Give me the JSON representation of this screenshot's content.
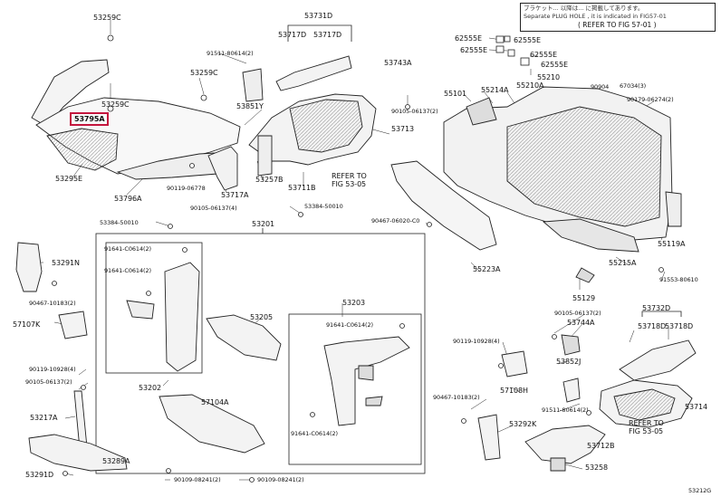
{
  "note": {
    "line1": "ブラケット... 以降は... に掲載してあります。",
    "line2": "Separate PLUG HOLE , it is indicated in FIG57-01",
    "ref": "( REFER TO FIG 57-01 )"
  },
  "diagram_code": "53212G",
  "refer_notes": [
    {
      "id": "ref-53-05-a",
      "l1": "REFER TO",
      "l2": "FIG 53-05"
    },
    {
      "id": "ref-53-05-b",
      "l1": "REFER TO",
      "l2": "FIG 53-05"
    }
  ],
  "labels": {
    "p53259c_top": "53259C",
    "p53731d": "53731D",
    "p53717d_a": "53717D",
    "p53717d_b": "53717D",
    "p91511_80614_top": "91511-80614(2)",
    "p53259c_mid": "53259C",
    "p53743a": "53743A",
    "p53259c_left": "53259C",
    "p53795a": "53795A",
    "p53851y": "53851Y",
    "p90105_06137_top": "90105-06137(2)",
    "p53713": "53713",
    "p53295e": "53295E",
    "p53796a": "53796A",
    "p90119_06778": "90119-06778",
    "p53717a": "53717A",
    "p53257b": "53257B",
    "p53711b": "53711B",
    "p90105_06137_mid": "90105-06137(4)",
    "p53384_50010_a": "53384-50010",
    "p53201": "53201",
    "p53384_50010_b": "53384-50010",
    "p90467_06020": "90467-06020-C0",
    "p91641_a": "91641-C0614(2)",
    "p91641_b": "91641-C0614(2)",
    "p53291n": "53291N",
    "p90467_10183_left": "90467-10183(2)",
    "p57107k": "57107K",
    "p53205": "53205",
    "p53203": "53203",
    "p91641_c": "91641-C0614(2)",
    "p90119_10928_left": "90119-10928(4)",
    "p90105_06137_left": "90105-06137(2)",
    "p53202": "53202",
    "p57104a": "57104A",
    "p53217a": "53217A",
    "p91641_d": "91641-C0614(2)",
    "p53289a": "53289A",
    "p53291d": "53291D",
    "p90109_08241_a": "90109-08241(2)",
    "p90109_08241_b": "90109-08241(2)",
    "p62555e_1": "62555E",
    "p62555e_2": "62555E",
    "p62555e_3": "62555E",
    "p62555e_4": "62555E",
    "p62555e_5": "62555E",
    "p55210": "55210",
    "p55101": "55101",
    "p55214a": "55214A",
    "p55210a": "55210A",
    "p90904": "90904",
    "p67034": "67034(3)",
    "p90179_06274": "90179-06274(2)",
    "p55119a": "55119A",
    "p55215a": "55215A",
    "p91553_80610": "91553-80610",
    "p55223a": "55223A",
    "p55129": "55129",
    "p53732d": "53732D",
    "p90105_06137_right": "90105-06137(2)",
    "p53744a": "53744A",
    "p53718d_a": "53718D",
    "p53718d_b": "53718D",
    "p90119_10928_right": "90119-10928(4)",
    "p53852j": "53852J",
    "p57108h": "57108H",
    "p90467_10183_right": "90467-10183(2)",
    "p91511_80614_right": "91511-80614(2)",
    "p53714": "53714",
    "p53292k": "53292K",
    "p53712b": "53712B",
    "p53258": "53258"
  },
  "colors": {
    "highlight": "#c4163e",
    "line": "#222222",
    "part_fill": "#f2f2f2",
    "part_shade": "#bdbdbd"
  }
}
